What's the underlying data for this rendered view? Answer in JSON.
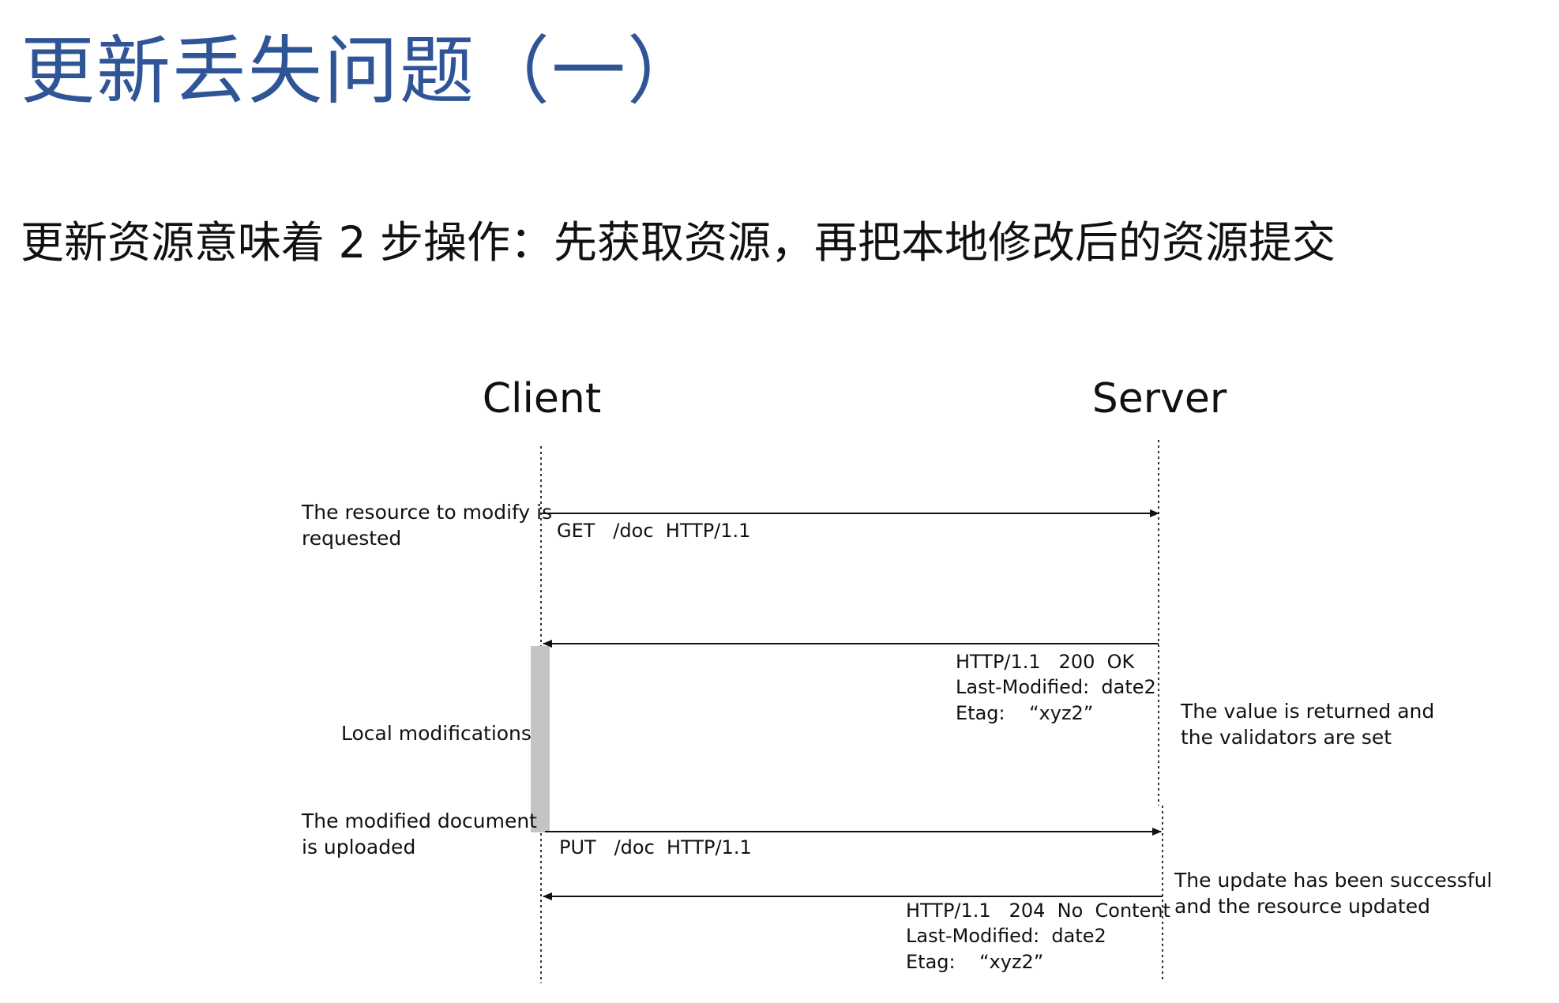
{
  "title": "更新丢失问题（一）",
  "subtitle": "更新资源意味着 2 步操作：先获取资源，再把本地修改后的资源提交",
  "diagram": {
    "participants": {
      "client": "Client",
      "server": "Server"
    },
    "notes": {
      "get_request": [
        "The resource to modify is",
        "requested"
      ],
      "local_mods": "Local modifications",
      "upload": [
        "The modified document",
        "is uploaded"
      ],
      "value_returned": [
        "The value is returned and",
        "the validators are set"
      ],
      "update_success": [
        "The update has been successful",
        "and the resource updated"
      ]
    },
    "messages": {
      "get": "GET   /doc  HTTP/1.1",
      "response_200": [
        "HTTP/1.1   200  OK",
        "Last-Modified:  date2",
        "Etag:    “xyz2”"
      ],
      "put": "PUT   /doc  HTTP/1.1",
      "response_204": [
        "HTTP/1.1   204  No  Content",
        "Last-Modified:  date2",
        "Etag:    “xyz2”"
      ]
    }
  }
}
